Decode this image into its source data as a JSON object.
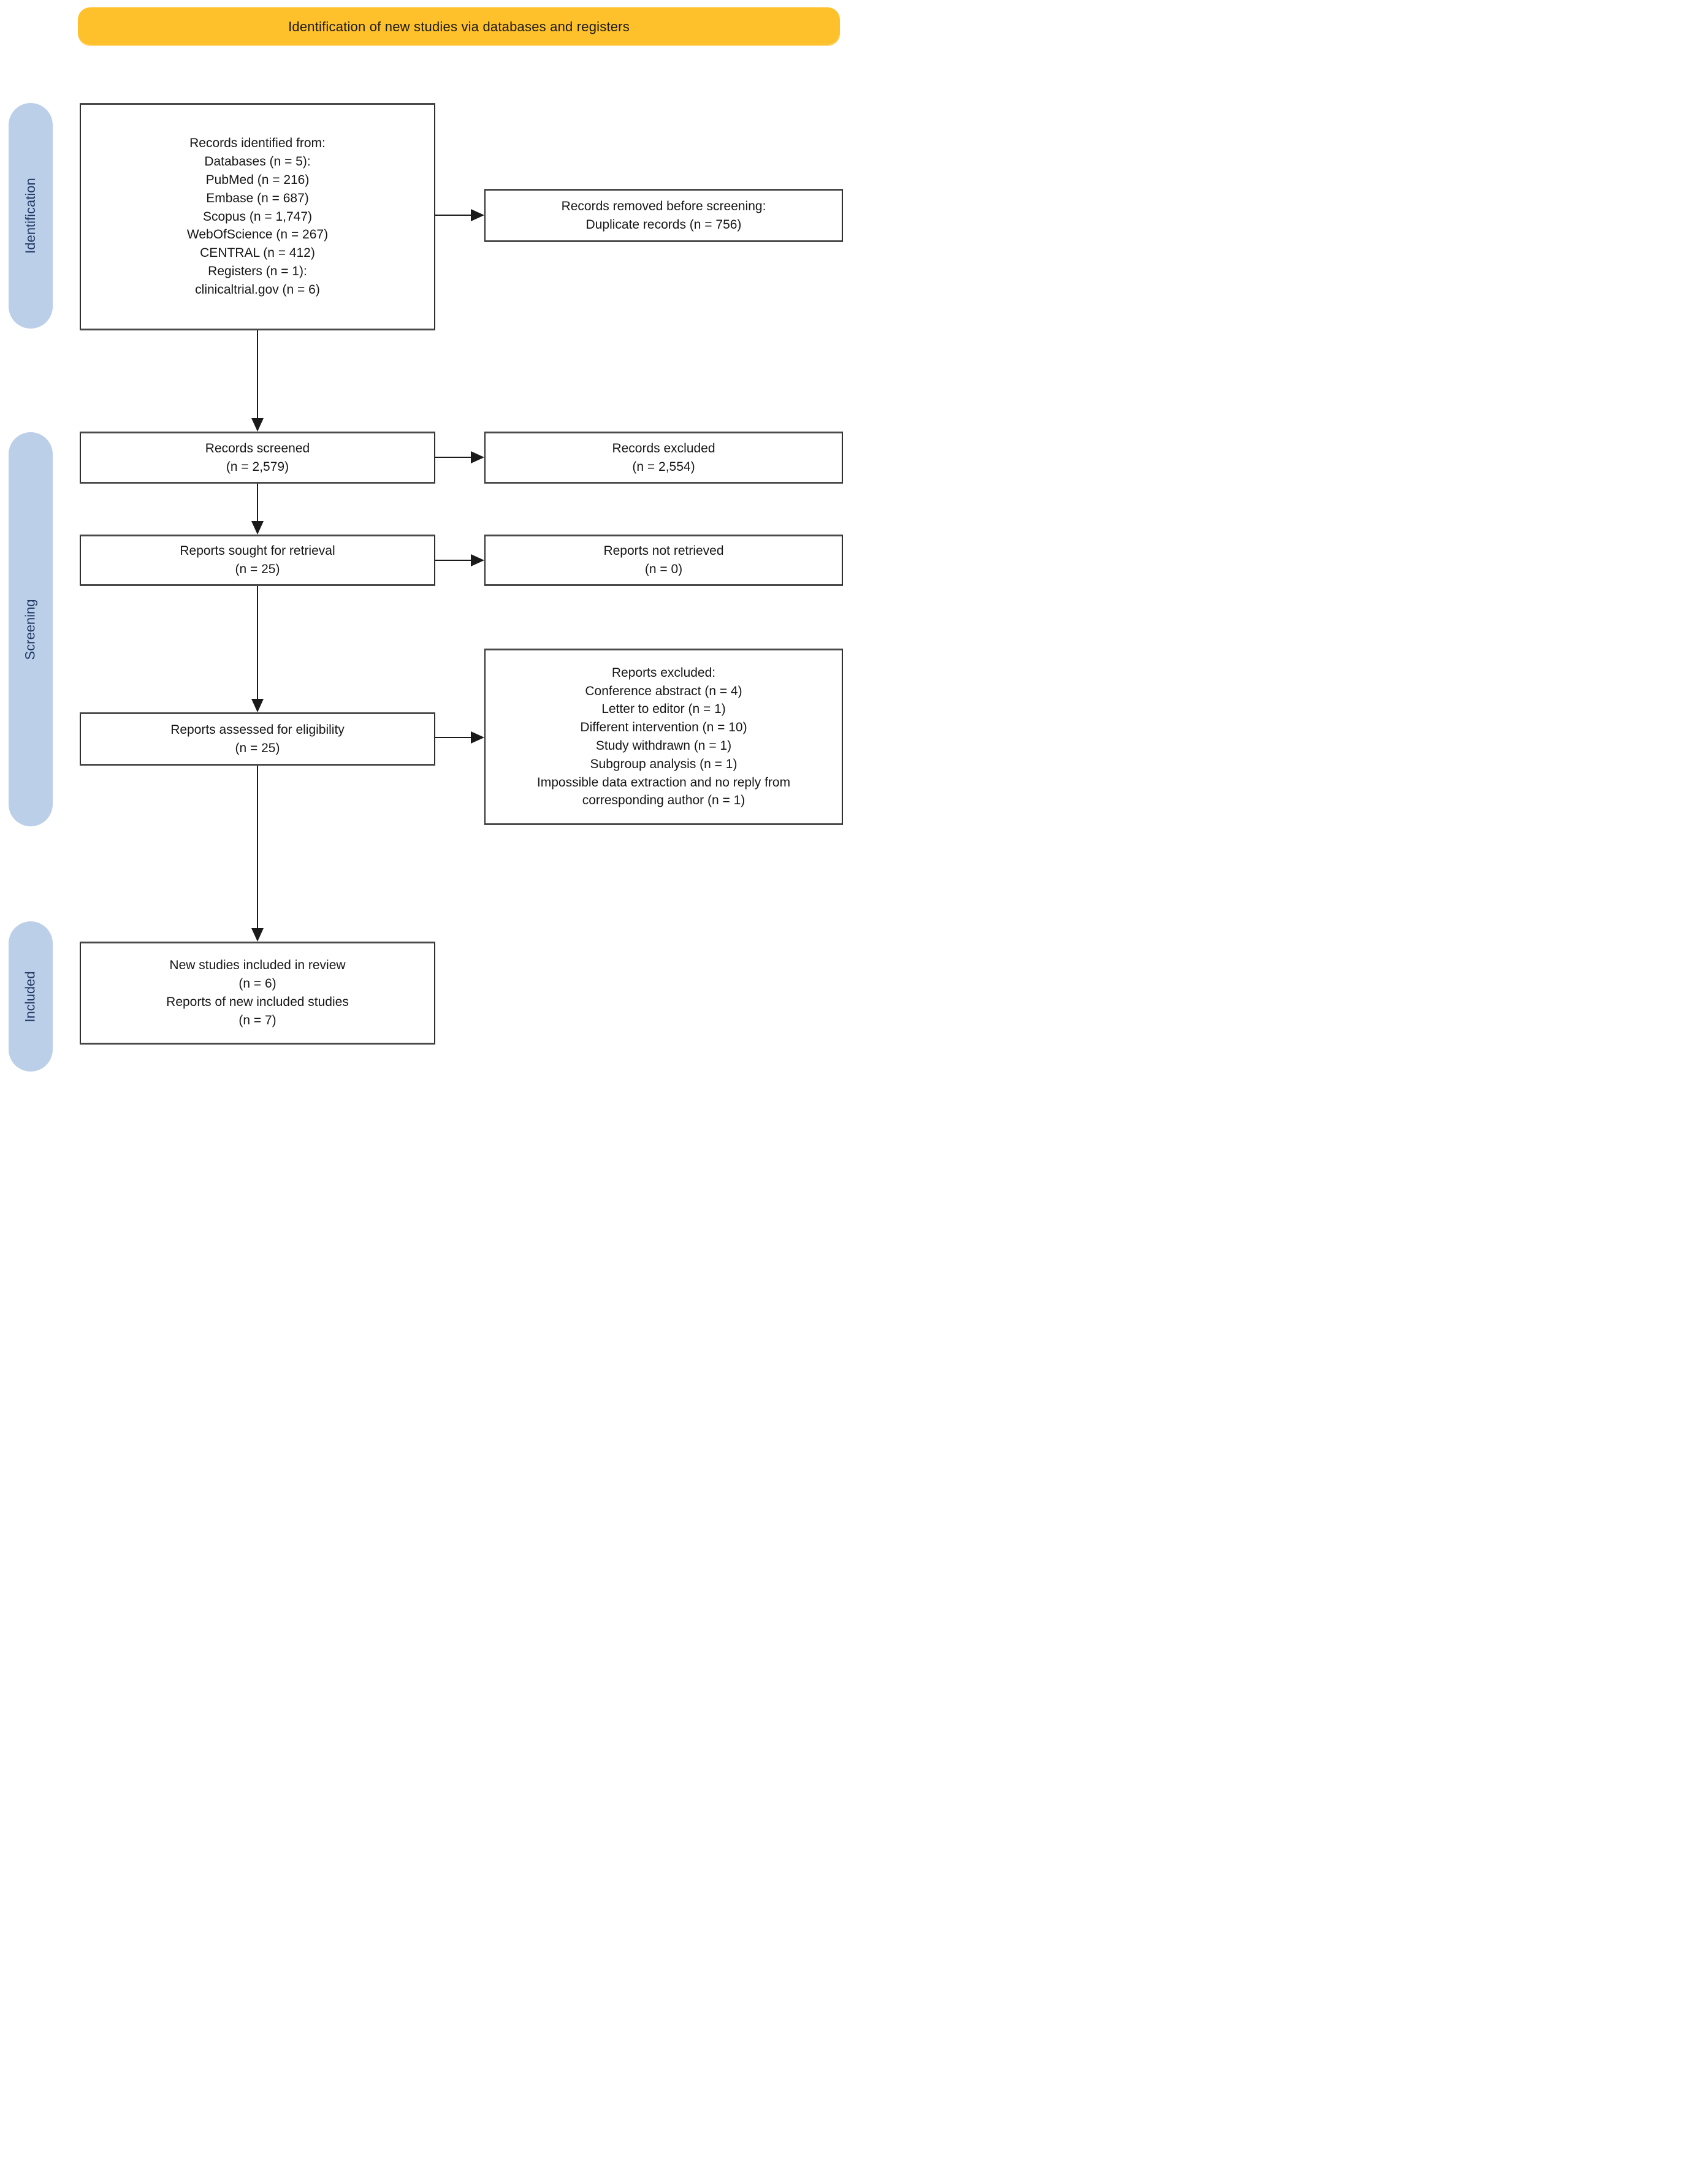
{
  "banner": {
    "title": "Identification of new studies via databases and registers"
  },
  "side_labels": {
    "identification": "Identification",
    "screening": "Screening",
    "included": "Included"
  },
  "boxes": {
    "records_identified": {
      "lines": [
        "Records identified from:",
        "Databases (n = 5):",
        "PubMed (n = 216)",
        "Embase (n = 687)",
        "Scopus (n = 1,747)",
        "WebOfScience (n = 267)",
        "CENTRAL (n = 412)",
        "Registers (n = 1):",
        "clinicaltrial.gov (n = 6)"
      ]
    },
    "records_removed": {
      "lines": [
        "Records removed before screening:",
        "Duplicate records (n = 756)"
      ]
    },
    "records_screened": {
      "lines": [
        "Records screened",
        "(n = 2,579)"
      ]
    },
    "records_excluded": {
      "lines": [
        "Records excluded",
        "(n = 2,554)"
      ]
    },
    "reports_sought": {
      "lines": [
        "Reports sought for retrieval",
        "(n = 25)"
      ]
    },
    "reports_not_retrieved": {
      "lines": [
        "Reports not retrieved",
        "(n = 0)"
      ]
    },
    "reports_assessed": {
      "lines": [
        "Reports assessed for eligibility",
        "(n = 25)"
      ]
    },
    "reports_excluded": {
      "lines": [
        "Reports excluded:",
        "Conference abstract (n = 4)",
        "Letter to editor (n = 1)",
        "Different intervention (n = 10)",
        "Study withdrawn (n = 1)",
        "Subgroup analysis (n = 1)",
        "Impossible data extraction and no reply from corresponding author (n = 1)"
      ]
    },
    "new_studies_included": {
      "lines": [
        "New studies included in review",
        "(n = 6)",
        "Reports of new included studies",
        "(n = 7)"
      ]
    }
  },
  "colors": {
    "banner_bg": "#FFC12B",
    "pill_bg": "#BCCFE8",
    "pill_text": "#1F3864",
    "box_border": "#2F2F2F",
    "arrow": "#1A1A1A",
    "text": "#161616"
  }
}
